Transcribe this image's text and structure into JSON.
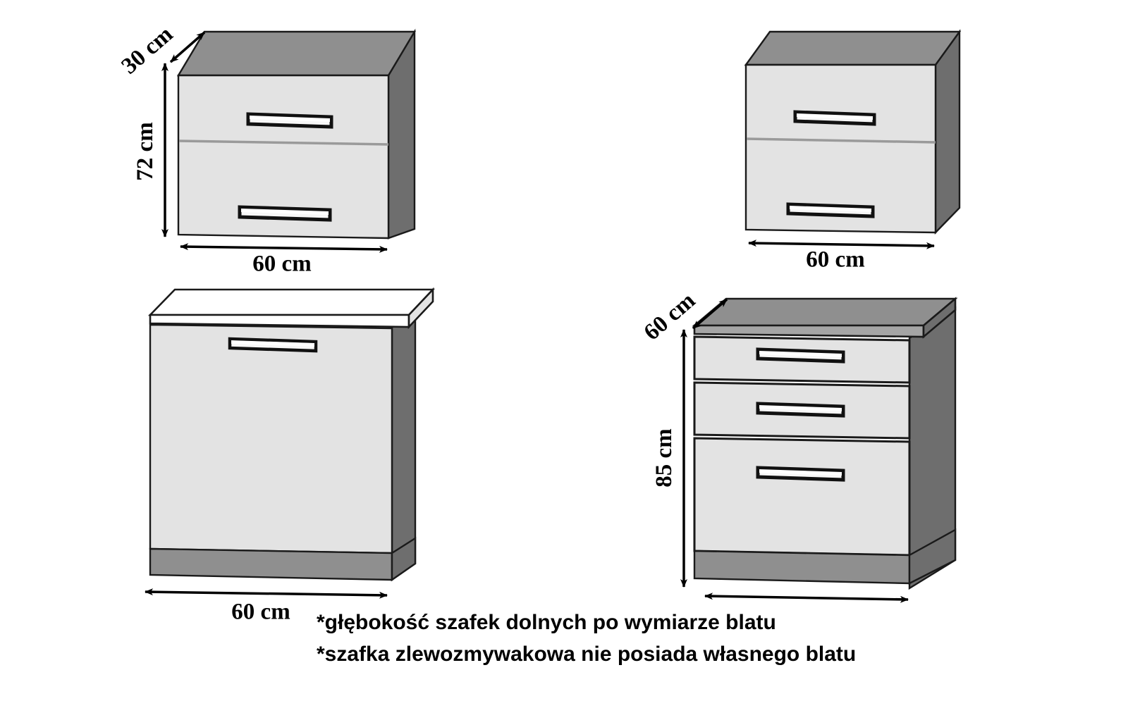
{
  "diagram": {
    "title": "Kitchen cabinet dimension diagram",
    "background_color": "#ffffff",
    "palette": {
      "front_face": "#e3e3e3",
      "top_face": "#8f8f8f",
      "side_face": "#6e6e6e",
      "worktop_white": "#ffffff",
      "worktop_gray": "#8f8f8f",
      "plinth": "#8f8f8f",
      "outline": "#1a1a1a",
      "divider": "#9a9a9a",
      "handle_fill": "#f7f7f7",
      "text": "#000000"
    },
    "units": "cm"
  },
  "cabinets": [
    {
      "id": "wall-cabinet-left",
      "name": "Upper wall cabinet, two lift-up fronts",
      "position": "top-left",
      "doors": 2,
      "handles": 2,
      "has_worktop": false,
      "has_plinth": false,
      "dimensions": {
        "depth": {
          "value": 30,
          "label": "30 cm"
        },
        "height": {
          "value": 72,
          "label": "72 cm"
        },
        "width": {
          "value": 60,
          "label": "60 cm"
        }
      }
    },
    {
      "id": "wall-cabinet-right",
      "name": "Upper wall cabinet, two lift-up fronts",
      "position": "top-right",
      "doors": 2,
      "handles": 2,
      "has_worktop": false,
      "has_plinth": false,
      "dimensions": {
        "width": {
          "value": 60,
          "label": "60 cm"
        }
      }
    },
    {
      "id": "sink-base-cabinet",
      "name": "Sink base cabinet with single door",
      "position": "bottom-left",
      "doors": 1,
      "handles": 1,
      "has_worktop": true,
      "worktop_color": "white",
      "has_plinth": true,
      "dimensions": {
        "width": {
          "value": 60,
          "label": "60 cm"
        }
      }
    },
    {
      "id": "drawer-base-cabinet",
      "name": "Base cabinet with three drawers",
      "position": "bottom-right",
      "drawers": 3,
      "handles": 3,
      "has_worktop": true,
      "worktop_color": "gray",
      "has_plinth": true,
      "dimensions": {
        "depth": {
          "value": 60,
          "label": "60 cm"
        },
        "height": {
          "value": 85,
          "label": "85 cm"
        },
        "width": {
          "value": null,
          "label": ""
        }
      }
    }
  ],
  "dimension_labels": {
    "top_left_depth": "30 cm",
    "top_left_height": "72 cm",
    "top_left_width": "60 cm",
    "top_right_width": "60 cm",
    "bottom_left_width": "60 cm",
    "bottom_right_depth": "60 cm",
    "bottom_right_height": "85 cm"
  },
  "notes": {
    "line1": "*głębokość szafek dolnych po wymiarze blatu",
    "line2": "*szafka zlewozmywakowa nie posiada własnego blatu"
  }
}
